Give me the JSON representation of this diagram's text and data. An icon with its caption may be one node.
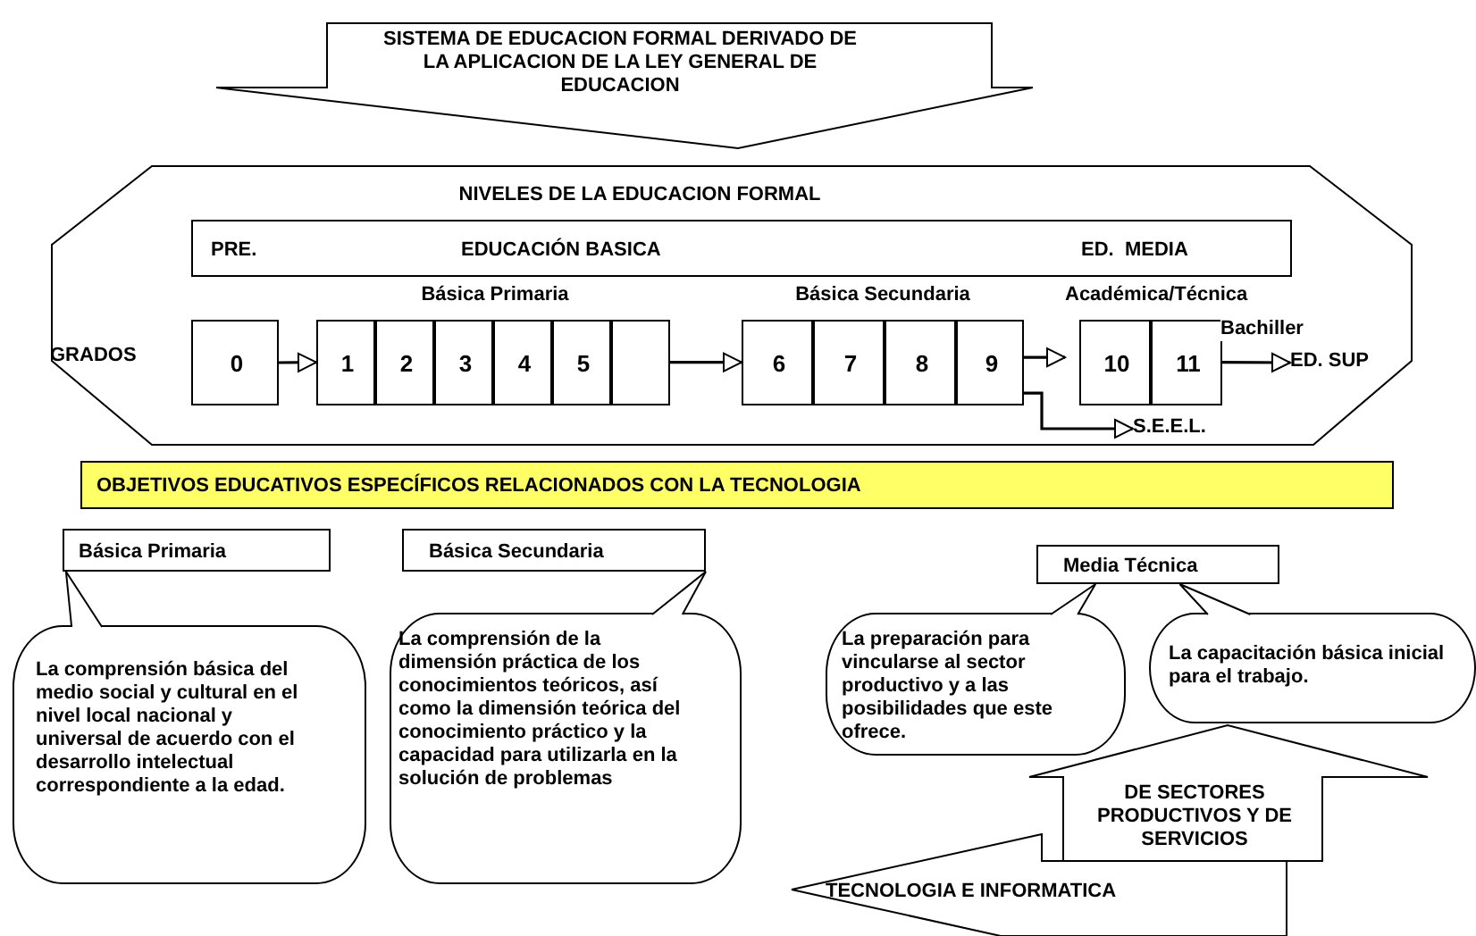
{
  "diagram": {
    "nodes": [
      {
        "text": [
          "SISTEMA DE EDUCACION FORMAL DERIVADO DE LA APLICACION DE LA LEY GENERAL DE EDUCACION"
        ]
      },
      {
        "text": [
          "NIVELES DE LA EDUCACION FORMAL"
        ]
      },
      {
        "text": [
          "PRE.",
          "EDUCACIÓN BASICA",
          "ED.  MEDIA"
        ],
        "in": 1
      },
      {
        "text": [
          "0"
        ],
        "in": 1
      },
      {
        "text": [
          "Básica Primaria"
        ],
        "in": 1
      },
      {
        "text": [
          "1"
        ],
        "in": 4
      },
      {
        "text": [
          "2"
        ],
        "in": 4
      },
      {
        "text": [
          "3"
        ],
        "in": 4
      },
      {
        "text": [
          "4"
        ],
        "in": 4
      },
      {
        "text": [
          "5"
        ],
        "in": 4
      },
      {
        "text": [],
        "shape": "box",
        "in": 4
      },
      {
        "text": [
          "Básica Secundaria"
        ],
        "in": 1
      },
      {
        "text": [
          "6"
        ],
        "in": 11
      },
      {
        "text": [
          "7"
        ],
        "in": 11
      },
      {
        "text": [
          "8"
        ],
        "in": 11
      },
      {
        "text": [
          "9"
        ],
        "in": 11
      },
      {
        "text": [
          "Académica/Técnica"
        ],
        "in": 1
      },
      {
        "text": [
          "10"
        ],
        "in": 16
      },
      {
        "text": [
          "11"
        ],
        "in": 16
      },
      {
        "text": [
          "ED. SUP"
        ],
        "in": 1
      },
      {
        "text": [
          "S.E.E.L."
        ],
        "in": 1
      },
      {
        "text": [
          "OBJETIVOS EDUCATIVOS ESPECÍFICOS RELACIONADOS CON LA TECNOLOGIA"
        ]
      },
      {
        "text": [
          "Básica Primaria"
        ]
      },
      {
        "text": [
          "Básica Secundaria"
        ]
      },
      {
        "text": [
          "Media Técnica"
        ]
      },
      {
        "text": [
          "La comprensión básica del medio social y cultural en el nivel local nacional y universal de acuerdo con el desarrollo intelectual correspondiente a la edad."
        ]
      },
      {
        "text": [
          "La comprensión de la dimensión práctica de los conocimientos teóricos, así como la dimensión teórica del conocimiento práctico y la capacidad para utilizarla en la solución de problemas"
        ]
      },
      {
        "text": [
          "La preparación para vincularse al sector productivo y a las posibilidades que este ofrece."
        ]
      },
      {
        "text": [
          "La capacitación básica inicial para el trabajo."
        ]
      },
      {
        "text": [
          "DE SECTORES PRODUCTIVOS Y DE SERVICIOS"
        ]
      },
      {
        "text": [
          "TECNOLOGIA E INFORMATICA"
        ]
      }
    ],
    "edges": [
      {
        "from": 3,
        "to": 4,
        "arrow": "to"
      },
      {
        "from": 4,
        "to": 11,
        "arrow": "to"
      },
      {
        "from": 11,
        "to": 16,
        "arrow": "to"
      },
      {
        "from": 11,
        "to": 20,
        "arrow": "to"
      },
      {
        "from": 16,
        "to": 19,
        "arrow": "to",
        "label": "Bachiller"
      },
      {
        "from": 25,
        "to": 22,
        "arrow": "to"
      },
      {
        "from": 26,
        "to": 23,
        "arrow": "to"
      },
      {
        "from": 27,
        "to": 24,
        "arrow": "both"
      },
      {
        "from": 28,
        "to": 24,
        "arrow": "both"
      }
    ],
    "labels": [
      "GRADOS"
    ]
  }
}
